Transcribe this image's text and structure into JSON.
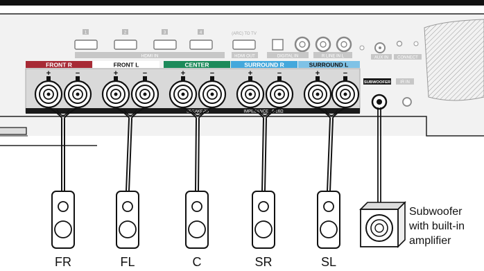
{
  "panel": {
    "hdmi_port_numbers": [
      "1",
      "2",
      "3",
      "4"
    ],
    "hdmi_in_label": "HDMI IN",
    "hdmi_out_top_label": "(ARC) TO TV",
    "hdmi_out_label": "HDMI OUT",
    "digital_in_label": "DIGITAL IN",
    "line_in_label": "R LINE IN L",
    "aux_in_label": "AUX IN",
    "connect_label": "CONNECT",
    "speaker_text": "SPEAKERS",
    "impedance_text": "IMPEDANCE : 6-16Ω",
    "subwoofer_header": "SUBWOOFER",
    "ir_in_label": "IR IN",
    "plus_sign": "+",
    "minus_sign": "−"
  },
  "terminals": [
    {
      "header": "FRONT R",
      "color": "#a72a35"
    },
    {
      "header": "FRONT L",
      "color": "#ffffff"
    },
    {
      "header": "CENTER",
      "color": "#1c8a5a"
    },
    {
      "header": "SURROUND R",
      "color": "#44a8dc"
    },
    {
      "header": "SURROUND L",
      "color": "#7fc2e6"
    }
  ],
  "speakers": [
    {
      "label": "FR"
    },
    {
      "label": "FL"
    },
    {
      "label": "C"
    },
    {
      "label": "SR"
    },
    {
      "label": "SL"
    }
  ],
  "subwoofer": {
    "caption_lines": [
      "Subwoofer",
      "with built-in",
      "amplifier"
    ]
  }
}
